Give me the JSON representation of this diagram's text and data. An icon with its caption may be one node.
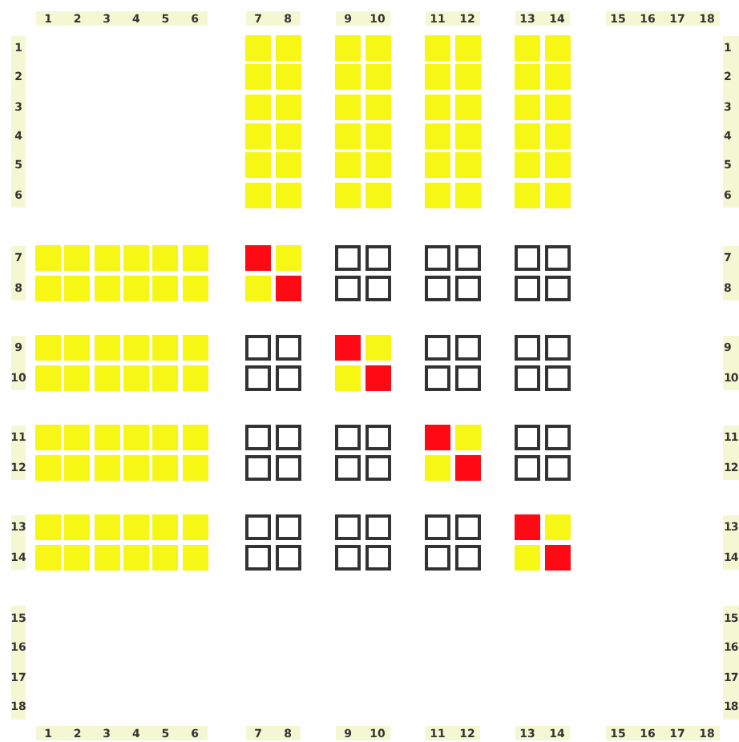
{
  "diagram": {
    "nodes": [
      {
        "text": [],
        "shape": "box"
      },
      {
        "text": [],
        "shape": "box"
      },
      {
        "text": [],
        "shape": "box"
      },
      {
        "text": [],
        "shape": "box"
      },
      {
        "text": [],
        "shape": "box"
      },
      {
        "text": [],
        "shape": "box"
      },
      {
        "text": [],
        "shape": "box"
      },
      {
        "text": [],
        "shape": "box"
      },
      {
        "text": [],
        "shape": "box"
      },
      {
        "text": [],
        "shape": "box"
      },
      {
        "text": [],
        "shape": "box"
      },
      {
        "text": [],
        "shape": "box"
      },
      {
        "text": [],
        "shape": "box"
      },
      {
        "text": [],
        "shape": "box"
      },
      {
        "text": [],
        "shape": "box"
      },
      {
        "text": [],
        "shape": "box"
      },
      {
        "text": [],
        "shape": "box"
      },
      {
        "text": [],
        "shape": "box"
      },
      {
        "text": [],
        "shape": "box"
      },
      {
        "text": [],
        "shape": "box"
      },
      {
        "text": [],
        "shape": "box"
      },
      {
        "text": [],
        "shape": "box"
      },
      {
        "text": [],
        "shape": "box"
      },
      {
        "text": [],
        "shape": "box"
      },
      {
        "text": [],
        "shape": "box"
      },
      {
        "text": [],
        "shape": "box"
      },
      {
        "text": [],
        "shape": "box"
      },
      {
        "text": [],
        "shape": "box"
      },
      {
        "text": [],
        "shape": "box"
      },
      {
        "text": [],
        "shape": "box"
      },
      {
        "text": [],
        "shape": "box"
      },
      {
        "text": [],
        "shape": "box"
      },
      {
        "text": [],
        "shape": "box"
      },
      {
        "text": [],
        "shape": "box"
      },
      {
        "text": [],
        "shape": "box"
      },
      {
        "text": [],
        "shape": "box"
      },
      {
        "text": [],
        "shape": "box"
      },
      {
        "text": [],
        "shape": "box"
      },
      {
        "text": [],
        "shape": "box"
      },
      {
        "text": [],
        "shape": "box"
      },
      {
        "text": [],
        "shape": "box"
      },
      {
        "text": [],
        "shape": "box"
      },
      {
        "text": [],
        "shape": "box"
      },
      {
        "text": [],
        "shape": "box"
      },
      {
        "text": [],
        "shape": "box"
      },
      {
        "text": [],
        "shape": "box"
      },
      {
        "text": [],
        "shape": "box"
      },
      {
        "text": [],
        "shape": "box"
      },
      {
        "text": [],
        "shape": "box"
      },
      {
        "text": [],
        "shape": "box"
      },
      {
        "text": [],
        "shape": "box"
      },
      {
        "text": [],
        "shape": "box"
      },
      {
        "text": [],
        "shape": "box"
      },
      {
        "text": [],
        "shape": "box"
      },
      {
        "text": [],
        "shape": "box"
      },
      {
        "text": [],
        "shape": "box"
      },
      {
        "text": [],
        "shape": "box"
      },
      {
        "text": [],
        "shape": "box"
      },
      {
        "text": [],
        "shape": "box"
      },
      {
        "text": [],
        "shape": "box"
      },
      {
        "text": [],
        "shape": "box"
      },
      {
        "text": [],
        "shape": "box"
      },
      {
        "text": [],
        "shape": "box"
      },
      {
        "text": [],
        "shape": "box"
      },
      {
        "text": [],
        "shape": "box"
      },
      {
        "text": [],
        "shape": "box"
      },
      {
        "text": [],
        "shape": "box"
      },
      {
        "text": [],
        "shape": "box"
      },
      {
        "text": [],
        "shape": "box"
      },
      {
        "text": [],
        "shape": "box"
      },
      {
        "text": [],
        "shape": "box"
      },
      {
        "text": [],
        "shape": "box"
      },
      {
        "text": [],
        "shape": "box"
      },
      {
        "text": [],
        "shape": "box"
      },
      {
        "text": [],
        "shape": "box"
      },
      {
        "text": [],
        "shape": "box"
      },
      {
        "text": [],
        "shape": "box"
      },
      {
        "text": [],
        "shape": "box"
      },
      {
        "text": [],
        "shape": "box"
      },
      {
        "text": [],
        "shape": "box"
      },
      {
        "text": [],
        "shape": "box"
      },
      {
        "text": [],
        "shape": "box"
      },
      {
        "text": [],
        "shape": "box"
      },
      {
        "text": [],
        "shape": "box"
      },
      {
        "text": [],
        "shape": "box"
      },
      {
        "text": [],
        "shape": "box"
      },
      {
        "text": [],
        "shape": "box"
      },
      {
        "text": [],
        "shape": "box"
      },
      {
        "text": [],
        "shape": "box"
      },
      {
        "text": [],
        "shape": "box"
      },
      {
        "text": [],
        "shape": "box"
      },
      {
        "text": [],
        "shape": "box"
      },
      {
        "text": [],
        "shape": "box"
      },
      {
        "text": [],
        "shape": "box"
      },
      {
        "text": [],
        "shape": "box"
      },
      {
        "text": [],
        "shape": "box"
      },
      {
        "text": [],
        "shape": "box"
      },
      {
        "text": [],
        "shape": "box"
      },
      {
        "text": [],
        "shape": "box"
      },
      {
        "text": [],
        "shape": "box"
      },
      {
        "text": [],
        "shape": "box"
      },
      {
        "text": [],
        "shape": "box"
      },
      {
        "text": [],
        "shape": "box"
      },
      {
        "text": [],
        "shape": "box"
      },
      {
        "text": [],
        "shape": "box"
      },
      {
        "text": [],
        "shape": "box"
      },
      {
        "text": [],
        "shape": "box"
      },
      {
        "text": [],
        "shape": "box"
      },
      {
        "text": [],
        "shape": "box"
      },
      {
        "text": [],
        "shape": "box"
      },
      {
        "text": [],
        "shape": "box"
      },
      {
        "text": [],
        "shape": "box"
      },
      {
        "text": [],
        "shape": "box"
      },
      {
        "text": [],
        "shape": "box"
      },
      {
        "text": [],
        "shape": "box"
      },
      {
        "text": [],
        "shape": "box"
      },
      {
        "text": [],
        "shape": "box"
      },
      {
        "text": [],
        "shape": "box"
      },
      {
        "text": [],
        "shape": "box"
      },
      {
        "text": [],
        "shape": "box"
      },
      {
        "text": [],
        "shape": "box"
      },
      {
        "text": [],
        "shape": "box"
      },
      {
        "text": [],
        "shape": "box"
      },
      {
        "text": [],
        "shape": "box"
      },
      {
        "text": [],
        "shape": "box"
      },
      {
        "text": [],
        "shape": "box"
      },
      {
        "text": [],
        "shape": "box"
      },
      {
        "text": [],
        "shape": "box"
      },
      {
        "text": [],
        "shape": "box"
      },
      {
        "text": [],
        "shape": "box"
      },
      {
        "text": [],
        "shape": "box"
      },
      {
        "text": [],
        "shape": "box"
      },
      {
        "text": [],
        "shape": "box"
      },
      {
        "text": [],
        "shape": "box"
      },
      {
        "text": [],
        "shape": "box"
      },
      {
        "text": [],
        "shape": "box"
      },
      {
        "text": [],
        "shape": "box"
      },
      {
        "text": [],
        "shape": "box"
      },
      {
        "text": [],
        "shape": "box"
      },
      {
        "text": [],
        "shape": "box"
      },
      {
        "text": [],
        "shape": "box"
      },
      {
        "text": [],
        "shape": "box"
      },
      {
        "text": [],
        "shape": "box"
      },
      {
        "text": [],
        "shape": "box"
      },
      {
        "text": [],
        "shape": "box"
      },
      {
        "text": [],
        "shape": "box"
      },
      {
        "text": [],
        "shape": "box"
      },
      {
        "text": [],
        "shape": "box"
      },
      {
        "text": [],
        "shape": "box"
      },
      {
        "text": [],
        "shape": "box"
      },
      {
        "text": [],
        "shape": "box"
      },
      {
        "text": [],
        "shape": "box"
      },
      {
        "text": [],
        "shape": "box"
      },
      {
        "text": [],
        "shape": "box"
      },
      {
        "text": [],
        "shape": "box"
      },
      {
        "text": [],
        "shape": "box"
      },
      {
        "text": [],
        "shape": "box"
      },
      {
        "text": [],
        "shape": "box"
      },
      {
        "text": [],
        "shape": "box"
      },
      {
        "text": [],
        "shape": "box"
      }
    ],
    "labels": [
      "1",
      "2",
      "3",
      "4",
      "5",
      "6",
      "7",
      "8",
      "9",
      "10",
      "11",
      "12",
      "13",
      "14",
      "15",
      "16",
      "17",
      "18",
      "1",
      "1",
      "2",
      "2",
      "3",
      "3",
      "4",
      "4",
      "5",
      "5",
      "6",
      "6",
      "7",
      "7",
      "8",
      "8",
      "9",
      "9",
      "10",
      "10",
      "11",
      "11",
      "12",
      "12",
      "13",
      "13",
      "14",
      "14",
      "15",
      "15",
      "16",
      "16",
      "17",
      "17",
      "18",
      "18",
      "1",
      "2",
      "3",
      "4",
      "5",
      "6",
      "7",
      "8",
      "9",
      "10",
      "11",
      "12",
      "13",
      "14",
      "15",
      "16",
      "17",
      "18"
    ]
  }
}
